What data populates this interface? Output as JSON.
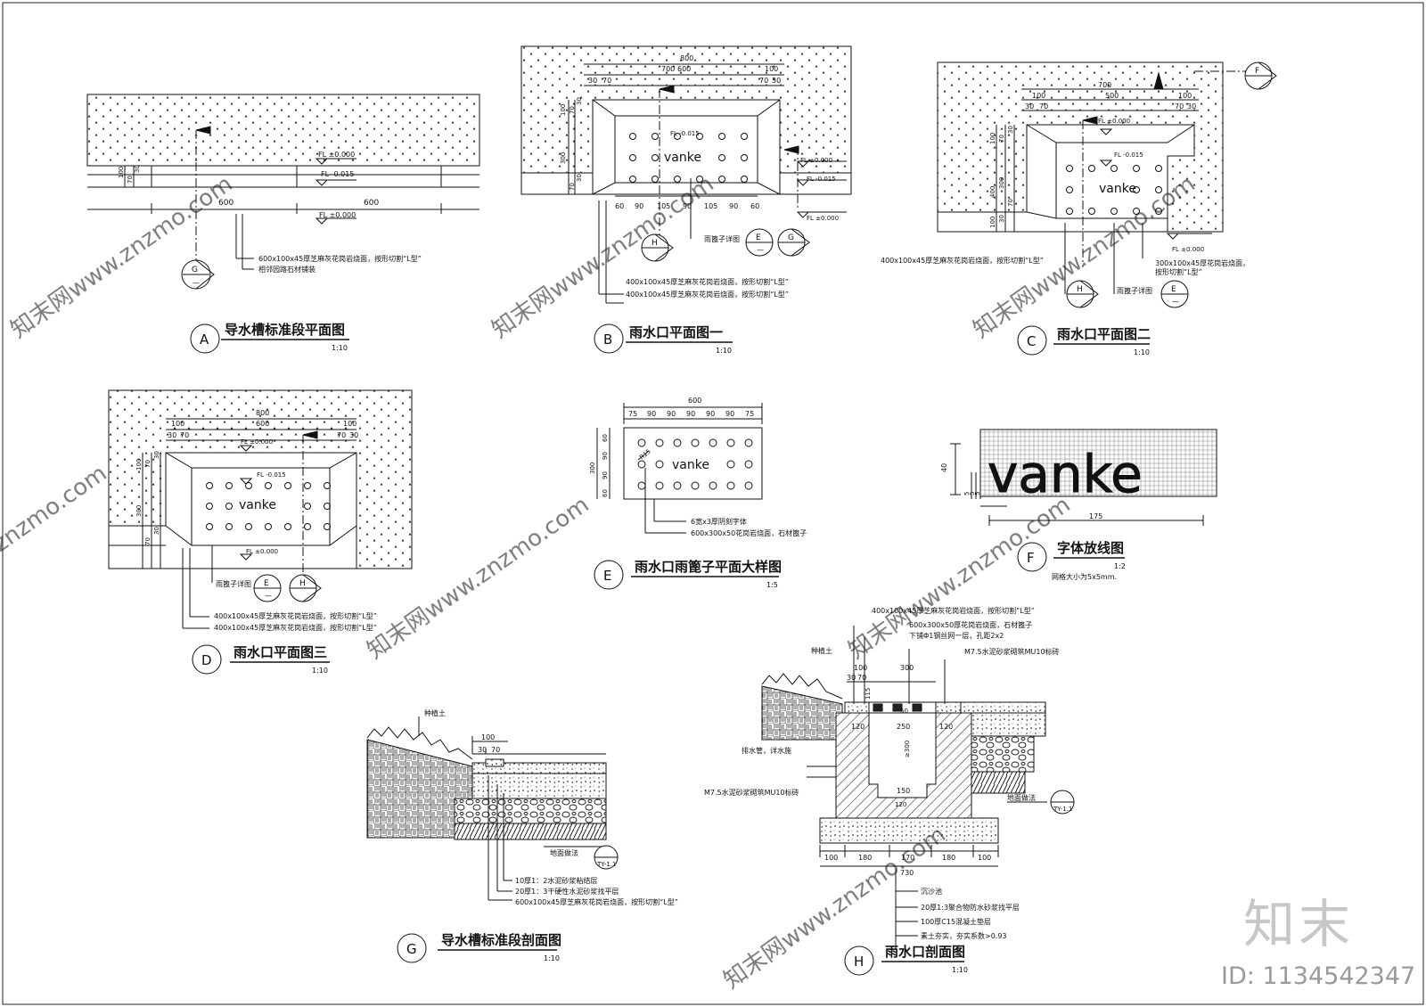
{
  "panels": {
    "A": {
      "letter": "A",
      "title": "导水槽标准段平面图",
      "scale": "1:10",
      "elev_top": "FL ±0.000",
      "elev_mid": "FL -0.015",
      "elev_bottom": "FL ±0.000",
      "dim_l": "600",
      "dim_r": "600",
      "dim_100": "100",
      "dim_70": "70",
      "dim_30": "30",
      "note1": "600x100x45厚芝麻灰花岗岩烧面，按形切割“L型”",
      "note2": "相邻园路石材铺装",
      "marker": "G",
      "marker_sub": "—"
    },
    "B": {
      "letter": "B",
      "title": "雨水口平面图一",
      "scale": "1:10",
      "dims_top": [
        "800",
        "700",
        "100",
        "600",
        "30",
        "70",
        "70",
        "30"
      ],
      "dims_bottom": [
        "60",
        "90",
        "105",
        "90",
        "105",
        "90",
        "60"
      ],
      "dims_left": [
        "100",
        "70",
        "30",
        "300",
        "70",
        "30"
      ],
      "elev1": "FL -0.015",
      "elev2": "FL ±0.000",
      "elev3": "FL -0.015",
      "elev4": "FL ±0.000",
      "brand": "vanke",
      "note_e": "雨篦子详图",
      "note1": "400x100x45厚芝麻灰花岗岩烧面，按形切割“L型”",
      "note2": "400x100x45厚芝麻灰花岗岩烧面，按形切割“L型”",
      "m_h": "H",
      "m_e": "E",
      "m_g": "G",
      "m_sub": "—"
    },
    "C": {
      "letter": "C",
      "title": "雨水口平面图二",
      "scale": "1:10",
      "dims_top": [
        "700",
        "100",
        "500",
        "100",
        "30",
        "70",
        "70",
        "30"
      ],
      "dims_left": [
        "100",
        "70",
        "30",
        "400",
        "300",
        "70",
        "30",
        "100"
      ],
      "elev1": "FL ±0.000",
      "elev2": "FL -0.015",
      "elev3": "FL ±0.000",
      "brand": "vanke",
      "note1": "400x100x45厚芝麻灰花岗岩烧面，按形切割“L型”",
      "note2": "300x100x45厚花岗岩烧面，",
      "note3": "按形切割“L型”",
      "note_e": "雨篦子详图",
      "m_f": "F",
      "m_h": "H",
      "m_e": "E",
      "m_sub": "—"
    },
    "D": {
      "letter": "D",
      "title": "雨水口平面图三",
      "scale": "1:10",
      "dims_top": [
        "800",
        "100",
        "600",
        "100",
        "30",
        "70",
        "70",
        "30"
      ],
      "dims_left": [
        "100",
        "70",
        "30",
        "300",
        "70",
        "30"
      ],
      "elev1": "FL ±0.000",
      "elev2": "FL -0.015",
      "elev3": "FL ±0.000",
      "brand": "vanke",
      "note_e": "雨篦子详图",
      "note1": "400x100x45厚芝麻灰花岗岩烧面，按形切割“L型”",
      "note2": "400x100x45厚芝麻灰花岗岩烧面，按形切割“L型”",
      "m_e": "E",
      "m_h": "H",
      "m_sub": "—"
    },
    "E": {
      "letter": "E",
      "title": "雨水口雨篦子平面大样图",
      "scale": "1:5",
      "dim_total": "600",
      "dims_top": [
        "75",
        "90",
        "90",
        "90",
        "90",
        "90",
        "75"
      ],
      "dims_left": [
        "60",
        "90",
        "90",
        "60"
      ],
      "dim_300": "300",
      "r": "R15",
      "brand": "vanke",
      "note1": "6宽x3厚阴刻字体",
      "note2": "600x300x50花岗岩烧面，石材篦子"
    },
    "F": {
      "letter": "F",
      "title": "字体放线图",
      "scale": "1:2",
      "note": "网格大小为5x5mm.",
      "brand": "vanke",
      "dim_40": "40",
      "dims_small": [
        "5",
        "5",
        "5"
      ],
      "dim_175": "175"
    },
    "G": {
      "letter": "G",
      "title": "导水槽标准段剖面图",
      "scale": "1:10",
      "soil": "种植土",
      "dim_100": "100",
      "dim_30": "30",
      "dim_70": "70",
      "ref": "地面做法",
      "ref_code": "TY-1.1",
      "note1": "10厚1：2水泥砂浆粘结层",
      "note2": "20厚1：3干硬性水泥砂浆找平层",
      "note3": "600x100x45厚芝麻灰花岗岩烧面，按形切割“L型”"
    },
    "H": {
      "letter": "H",
      "title": "雨水口剖面图",
      "scale": "1:10",
      "top_note1": "400x100x45厚芝麻灰花岗岩烧面，按形切割“L型”",
      "top_note2": "600x300x50厚花岗岩烧面，石材篦子",
      "top_note3": "下铺Φ1钢丝网一层，孔距2x2",
      "top_note4": "M7.5水泥砂浆砌筑MU10标砖",
      "soil": "种植土",
      "pipe": "排水管，详水施",
      "brick": "M7.5水泥砂浆砌筑MU10标砖",
      "dims_top": [
        "100",
        "30",
        "70",
        "300"
      ],
      "dim_115": "115",
      "dim_50": "50",
      "dim_120a": "120",
      "dim_250": "250",
      "dim_120b": "120",
      "dim_h": "≥300",
      "dim_150": "150",
      "dim_120c": "120",
      "dims_bottom": [
        "100",
        "180",
        "170",
        "180",
        "100"
      ],
      "dim_total": "730",
      "ref": "地面做法",
      "ref_code": "TY-1.1",
      "note1": "沉沙池",
      "note2": "20厚1:3聚合物防水砂浆找平层",
      "note3": "100厚C15混凝土垫层",
      "note4": "素土夯实，夯实系数>0.93"
    }
  },
  "watermark": {
    "logo": "知末",
    "id": "ID: 1134542347",
    "site": "znzmo.com",
    "site_cn": "知末网www.znzmo.com"
  }
}
